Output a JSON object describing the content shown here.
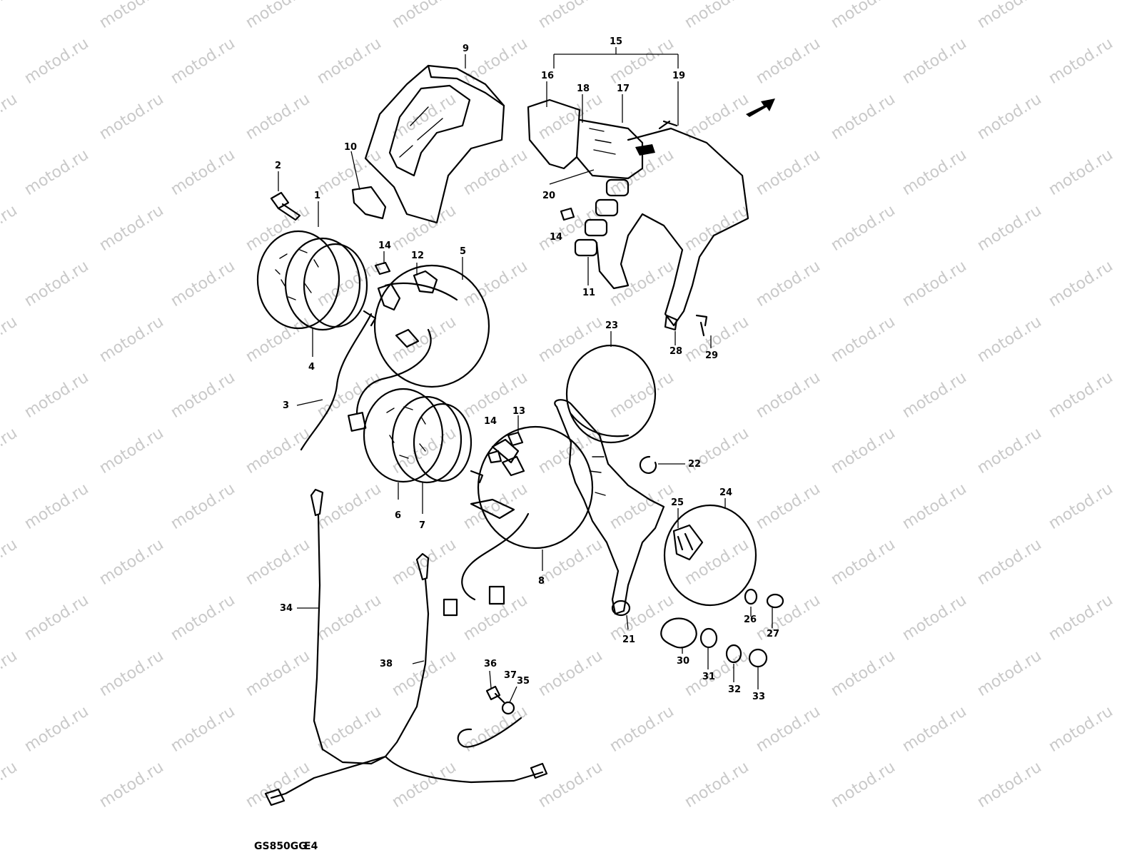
{
  "diagram": {
    "model_caption": "GS850GG",
    "fig_code": "E4",
    "watermark_text": "motod.ru",
    "ink_color": "#000000",
    "watermark_color": "#c9c9c9",
    "callouts": [
      "1",
      "2",
      "3",
      "4",
      "5",
      "6",
      "7",
      "8",
      "9",
      "10",
      "11",
      "12",
      "13",
      "14",
      "15",
      "16",
      "17",
      "18",
      "19",
      "20",
      "21",
      "22",
      "23",
      "24",
      "25",
      "26",
      "27",
      "28",
      "29",
      "30",
      "31",
      "32",
      "33",
      "34",
      "35",
      "36",
      "37",
      "38"
    ]
  }
}
